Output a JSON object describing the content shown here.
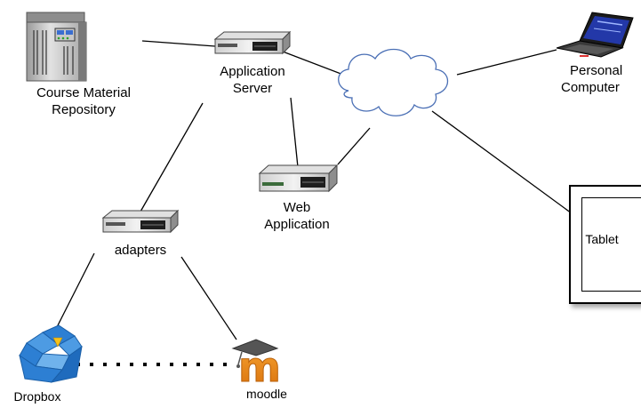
{
  "nodes": {
    "repository": {
      "label_line1": "Course Material",
      "label_line2": "Repository",
      "icon": "server-tower-icon"
    },
    "app_server": {
      "label_line1": "Application",
      "label_line2": "Server",
      "icon": "rack-server-icon"
    },
    "web_app": {
      "label_line1": "Web",
      "label_line2": "Application",
      "icon": "rack-server-icon"
    },
    "adapters": {
      "label": "adapters",
      "icon": "rack-server-icon"
    },
    "internet": {
      "icon": "cloud-icon"
    },
    "pc": {
      "label_line1": "Personal",
      "label_line2": "Computer",
      "icon": "laptop-icon"
    },
    "tablet": {
      "label": "Tablet",
      "icon": "tablet-icon"
    },
    "dropbox": {
      "label": "Dropbox",
      "icon": "dropbox-icon"
    },
    "moodle": {
      "label": "moodle",
      "icon": "moodle-icon",
      "logo_letter": "m"
    }
  },
  "colors": {
    "cloud_stroke": "#4a6fb5",
    "dropbox_blue": "#2d7fd3",
    "moodle_orange": "#f08a1c",
    "laptop_screen": "#2338a8"
  }
}
